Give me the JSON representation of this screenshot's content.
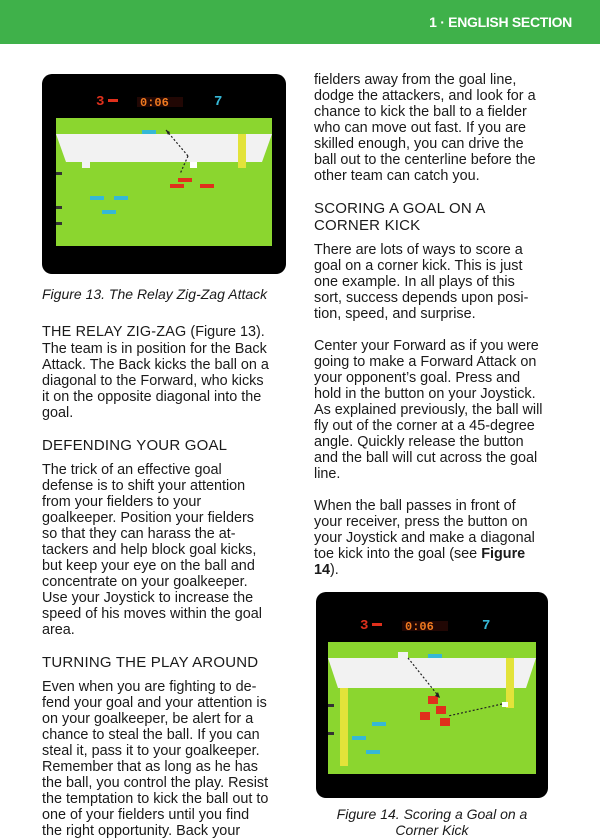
{
  "header": {
    "section_label": "1 · ENGLISH SECTION"
  },
  "figure13": {
    "caption": "Figure 13. The Relay Zig-Zag Attack",
    "score_left": "3",
    "timer": "0:06",
    "score_right": "7"
  },
  "figure14": {
    "caption_line1": "Figure 14. Scoring a Goal on a",
    "caption_line2": "Corner Kick",
    "score_left": "3",
    "timer": "0:06",
    "score_right": "7"
  },
  "relay": {
    "title": "THE RELAY ZIG-ZAG",
    "ref": "(Figure 13).",
    "lines": [
      "The team is in position for the Back",
      "Attack. The Back kicks the ball on a",
      "diagonal to the Forward, who kicks",
      "it on the opposite diagonal into the",
      "goal."
    ]
  },
  "defending": {
    "title": "DEFENDING YOUR GOAL",
    "lines": [
      "The trick of an effective goal",
      "defense is to shift your attention",
      "from your fielders to your",
      "goalkeeper. Position your fielders",
      "so that they can harass the at-",
      "tackers and help block goal kicks,",
      "but keep your eye on the ball and",
      "concentrate on your goalkeeper.",
      "Use your Joystick to increase the",
      "speed of his moves within the goal",
      "area."
    ]
  },
  "turning": {
    "title": "TURNING THE PLAY AROUND",
    "lines": [
      "Even when you are fighting to de-",
      "fend your goal and your attention is",
      "on your goalkeeper, be alert for a",
      "chance to steal the ball. If you can",
      "steal it, pass it to your goalkeeper.",
      "Remember that as long as he has",
      "the ball, you control the play. Resist",
      "the temptation to kick the ball out to",
      "one of your fielders until you find",
      "the right opportunity. Back your"
    ]
  },
  "continued": {
    "lines": [
      "fielders away from the goal line,",
      "dodge the attackers, and look for a",
      "chance to kick the ball to a fielder",
      "who can move out fast. If you are",
      "skilled enough, you can drive the",
      "ball out to the centerline before the",
      "other team can catch you."
    ]
  },
  "scoring": {
    "title_line1": "SCORING A GOAL ON A",
    "title_line2": "CORNER KICK",
    "intro_lines": [
      "There are lots of ways to score a",
      "goal on a corner kick. This is just",
      "one example. In all plays of this",
      "sort, success depends upon posi-",
      "tion, speed, and surprise."
    ],
    "center_lines": [
      "Center your Forward as if you were",
      "going to make a Forward Attack on",
      "your opponent’s goal. Press and",
      "hold in the button on your Joystick.",
      "As explained previously, the ball will",
      "fly out of the corner at a 45-degree",
      "angle. Quickly release the button",
      "and the ball will cut across the goal",
      "line."
    ],
    "when_lines": [
      "When the ball passes in front of",
      "your receiver, press the button on",
      "your Joystick and make a diagonal",
      "toe kick into the goal (see"
    ],
    "figure_ref": "Figure",
    "figure_ref2": "14",
    "figure_ref_tail": ")."
  },
  "colors": {
    "header_green": "#3fb14a",
    "field_green": "#8bd62f",
    "goal_white": "#f2f2f2",
    "team_red": "#e0301c",
    "team_blue": "#36b8d6",
    "goal_yellow": "#e3e33a"
  }
}
